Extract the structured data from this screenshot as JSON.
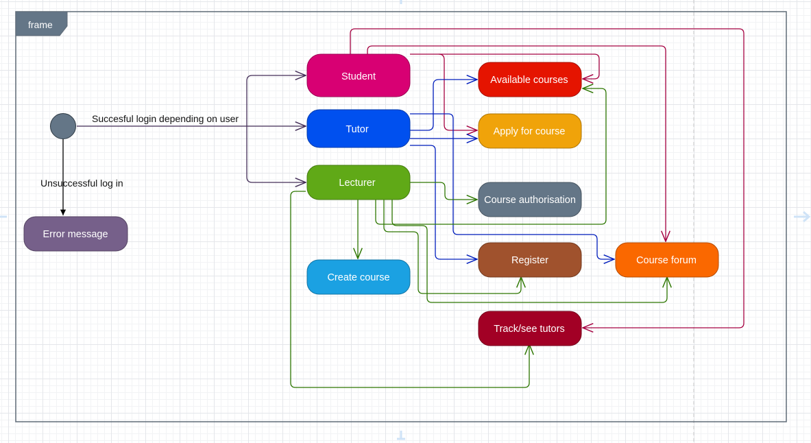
{
  "frame": {
    "label": "frame"
  },
  "edge_labels": {
    "login_success": "Succesful login depending on user",
    "login_fail": "Unsuccessful log in"
  },
  "nodes": {
    "student": {
      "label": "Student",
      "color": "#d80073"
    },
    "tutor": {
      "label": "Tutor",
      "color": "#0050ef"
    },
    "lecturer": {
      "label": "Lecturer",
      "color": "#60a917"
    },
    "error": {
      "label": "Error message",
      "color": "#76608a"
    },
    "available": {
      "label": "Available courses",
      "color": "#e51400"
    },
    "apply": {
      "label": "Apply for course",
      "color": "#f0a30a"
    },
    "authorisation": {
      "label": "Course authorisation",
      "color": "#647687"
    },
    "register": {
      "label": "Register",
      "color": "#a0522d"
    },
    "forum": {
      "label": "Course forum",
      "color": "#fa6800"
    },
    "create": {
      "label": "Create course",
      "color": "#1ba1e2"
    },
    "track": {
      "label": "Track/see tutors",
      "color": "#a20025"
    }
  },
  "colors": {
    "start_state": "#647687",
    "frame_border": "#5f6b77",
    "student_edges": "#a50040",
    "tutor_edges": "#001dbc",
    "lecturer_edges": "#2d7600",
    "start_edges": "#432d57",
    "fail_edge": "#000000"
  }
}
